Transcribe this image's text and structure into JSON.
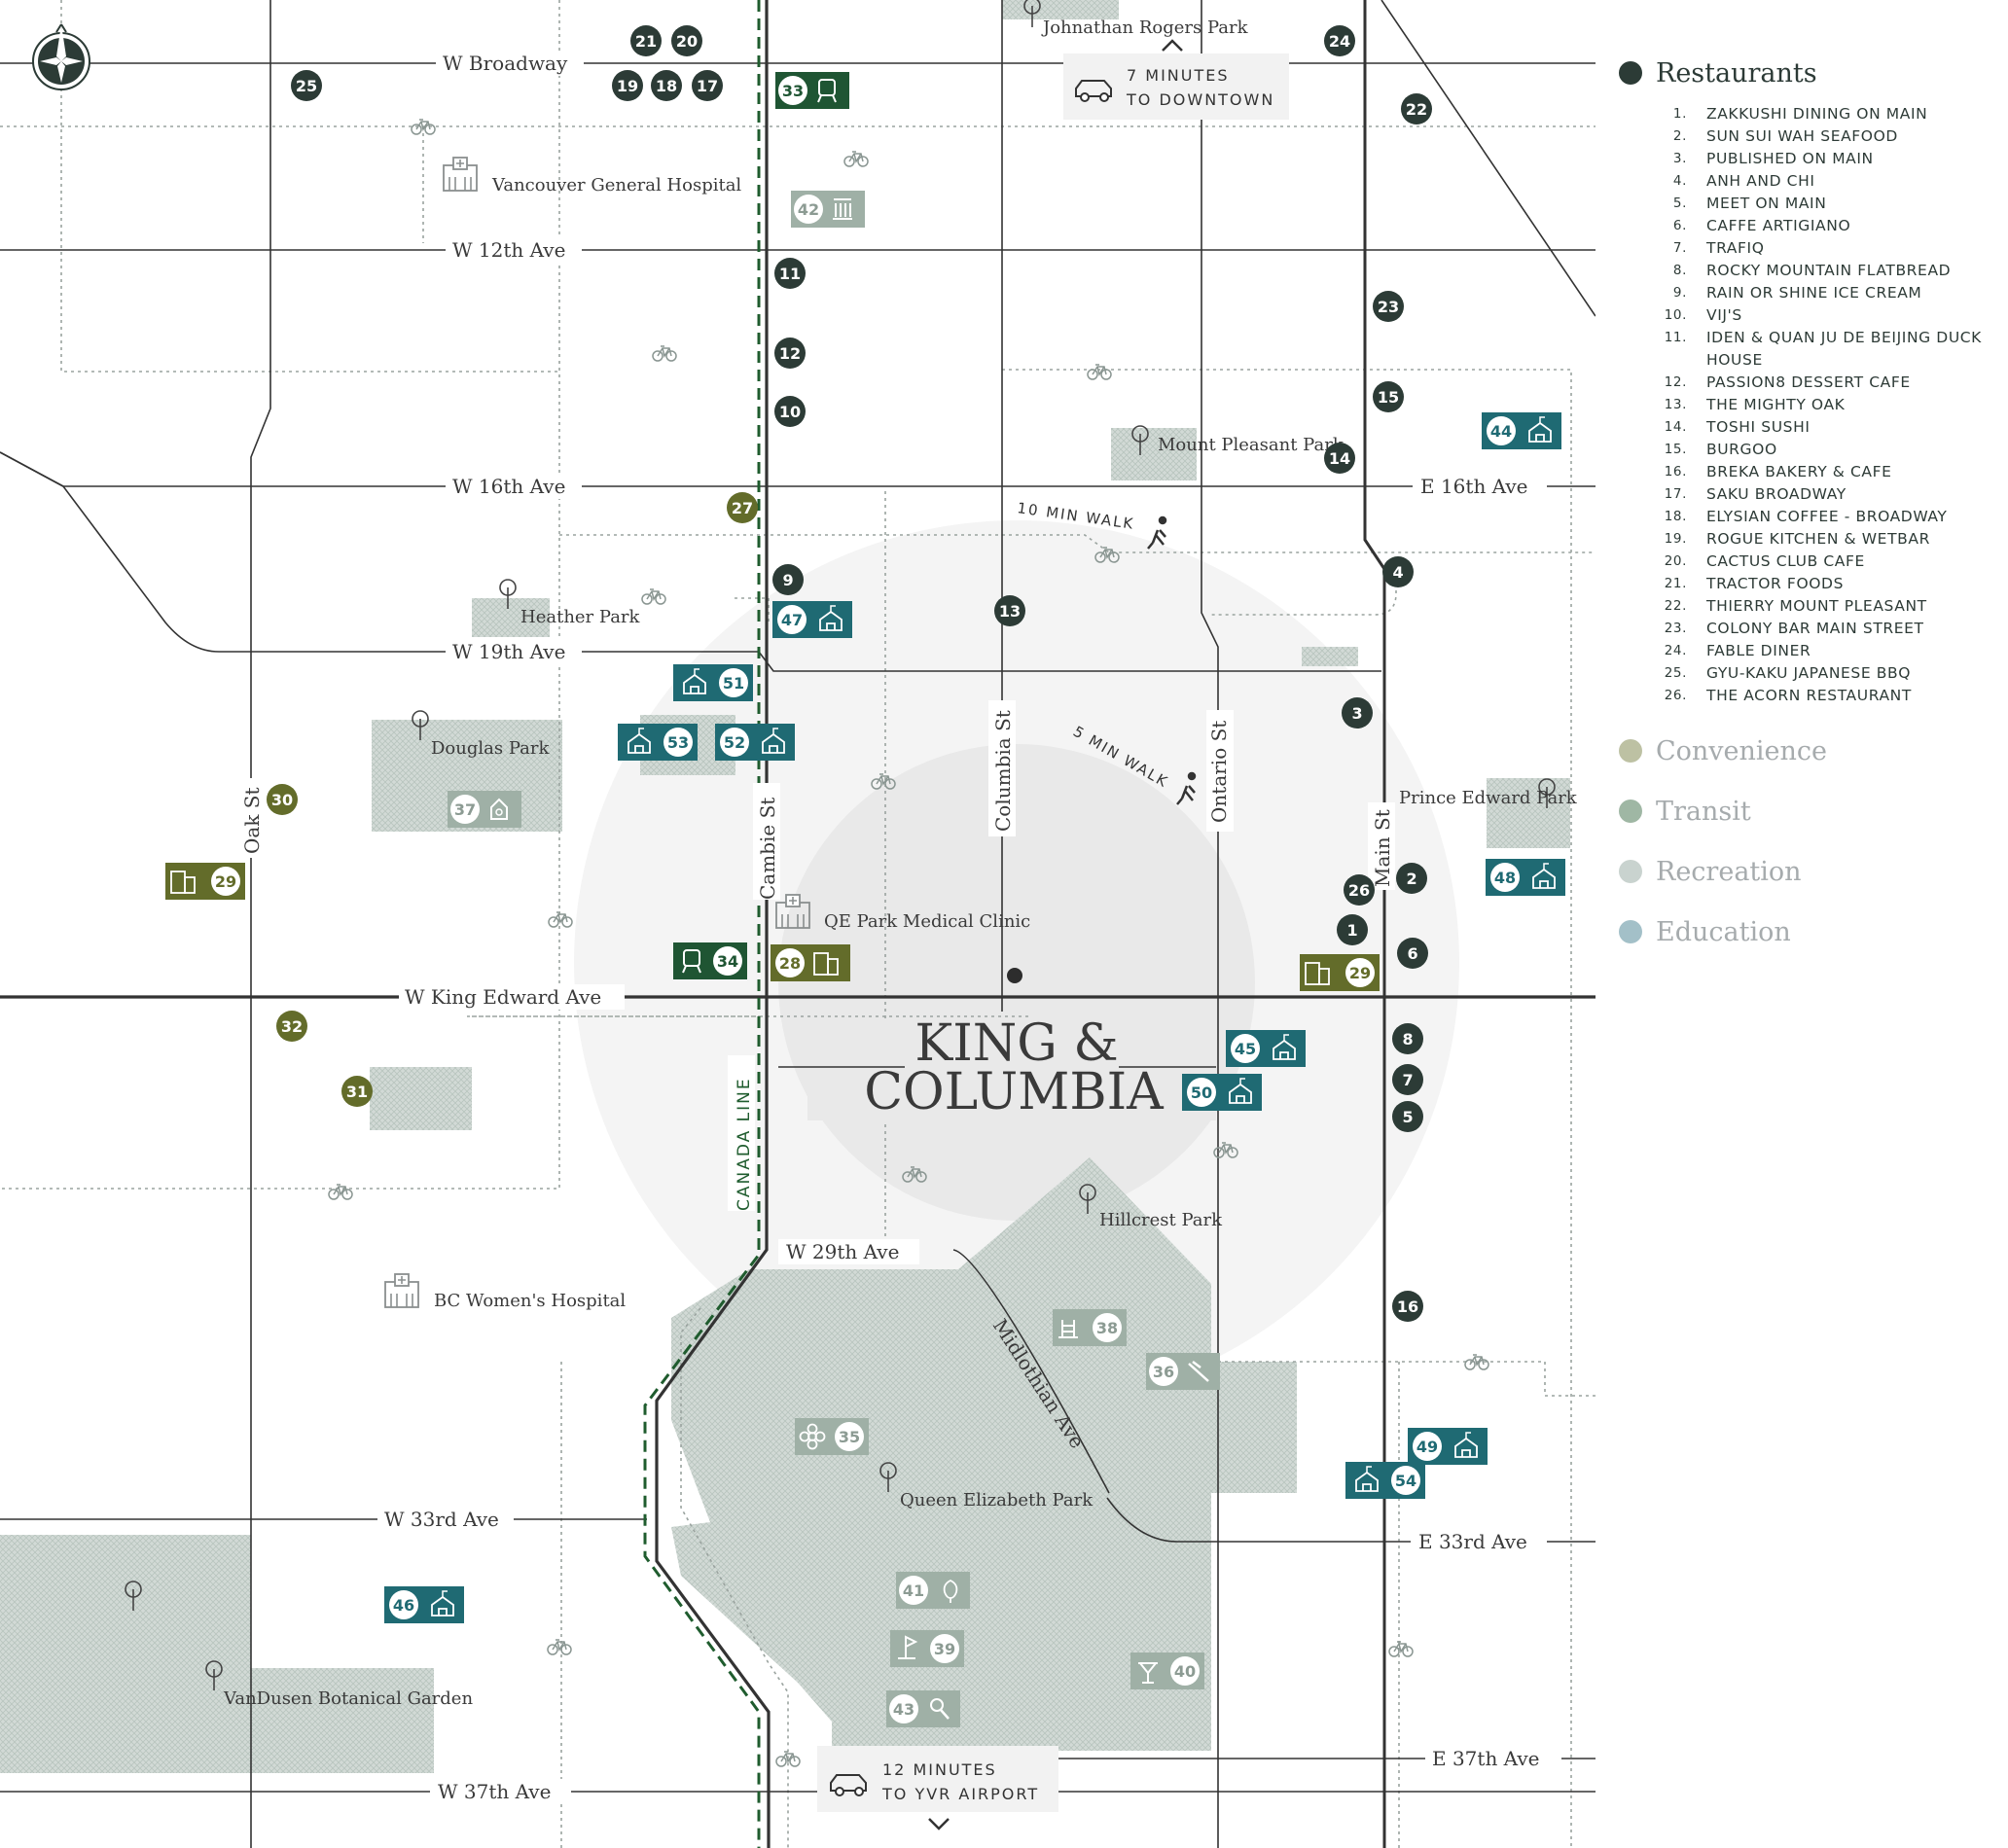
{
  "map": {
    "title_line1": "KING &",
    "title_line2": "COLUMBIA",
    "compass": "compass-rose",
    "drive_downtown": {
      "line1": "7 MINUTES",
      "line2": "TO DOWNTOWN"
    },
    "drive_airport": {
      "line1": "12 MINUTES",
      "line2": "TO YVR AIRPORT"
    },
    "walk_10": "10 MIN WALK",
    "walk_5": "5 MIN WALK",
    "canada_line": "CANADA LINE",
    "streets": {
      "broadway": "W Broadway",
      "w12": "W 12th Ave",
      "w16": "W 16th Ave",
      "e16": "E 16th Ave",
      "w19": "W 19th Ave",
      "king_edward": "W King Edward Ave",
      "w29": "W 29th Ave",
      "w33": "W 33rd Ave",
      "e33": "E 33rd Ave",
      "w37": "W 37th Ave",
      "e37": "E 37th Ave",
      "oak": "Oak St",
      "cambie": "Cambie St",
      "columbia": "Columbia St",
      "ontario": "Ontario St",
      "main": "Main St",
      "midlothian": "Midlothian Ave"
    },
    "places": {
      "johnathan": "Johnathan Rogers Park",
      "vgh": "Vancouver General Hospital",
      "mount_pleasant": "Mount Pleasant Park",
      "heather": "Heather Park",
      "douglas": "Douglas Park",
      "prince_edward": "Prince Edward Park",
      "qe_clinic": "QE Park Medical Clinic",
      "hillcrest": "Hillcrest Park",
      "bc_womens": "BC Women's Hospital",
      "qe_park": "Queen Elizabeth Park",
      "vandusen": "VanDusen Botanical Garden"
    },
    "markers": {
      "r1": "1",
      "r2": "2",
      "r3": "3",
      "r4": "4",
      "r5": "5",
      "r6": "6",
      "r7": "7",
      "r8": "8",
      "r9": "9",
      "r10": "10",
      "r11": "11",
      "r12": "12",
      "r13": "13",
      "r14": "14",
      "r15": "15",
      "r16": "16",
      "r17": "17",
      "r18": "18",
      "r19": "19",
      "r20": "20",
      "r21": "21",
      "r22": "22",
      "r23": "23",
      "r24": "24",
      "r25": "25",
      "r26": "26",
      "c27": "27",
      "c28": "28",
      "c29a": "29",
      "c29b": "29",
      "c30": "30",
      "c31": "31",
      "c32": "32",
      "t33": "33",
      "t34": "34",
      "rec35": "35",
      "rec36": "36",
      "rec37": "37",
      "rec38": "38",
      "rec39": "39",
      "rec40": "40",
      "rec41": "41",
      "rec42": "42",
      "rec43": "43",
      "e44": "44",
      "e45": "45",
      "e46": "46",
      "e47": "47",
      "e48": "48",
      "e49": "49",
      "e50": "50",
      "e51": "51",
      "e52": "52",
      "e53": "53",
      "e54": "54"
    }
  },
  "legend": {
    "restaurants": {
      "title": "Restaurants",
      "color": "#2c3b36",
      "items": [
        {
          "num": "1.",
          "name": "Zakkushi Dining on Main"
        },
        {
          "num": "2.",
          "name": "Sun Sui Wah Seafood"
        },
        {
          "num": "3.",
          "name": "Published on Main"
        },
        {
          "num": "4.",
          "name": "Anh and Chi"
        },
        {
          "num": "5.",
          "name": "Meet on Main"
        },
        {
          "num": "6.",
          "name": "Caffe Artigiano"
        },
        {
          "num": "7.",
          "name": "Trafiq"
        },
        {
          "num": "8.",
          "name": "Rocky Mountain Flatbread"
        },
        {
          "num": "9.",
          "name": "Rain or Shine Ice Cream"
        },
        {
          "num": "10.",
          "name": "Vij's"
        },
        {
          "num": "11.",
          "name": "Iden & Quan Ju De Beijing Duck House"
        },
        {
          "num": "12.",
          "name": "Passion8 Dessert Cafe"
        },
        {
          "num": "13.",
          "name": "The Mighty Oak"
        },
        {
          "num": "14.",
          "name": "Toshi Sushi"
        },
        {
          "num": "15.",
          "name": "Burgoo"
        },
        {
          "num": "16.",
          "name": "Breka Bakery & Cafe"
        },
        {
          "num": "17.",
          "name": "Saku Broadway"
        },
        {
          "num": "18.",
          "name": "Elysian Coffee - Broadway"
        },
        {
          "num": "19.",
          "name": "Rogue Kitchen & Wetbar"
        },
        {
          "num": "20.",
          "name": "Cactus Club Cafe"
        },
        {
          "num": "21.",
          "name": "Tractor Foods"
        },
        {
          "num": "22.",
          "name": "Thierry Mount Pleasant"
        },
        {
          "num": "23.",
          "name": "Colony Bar Main Street"
        },
        {
          "num": "24.",
          "name": "Fable Diner"
        },
        {
          "num": "25.",
          "name": "Gyu-Kaku Japanese BBQ"
        },
        {
          "num": "26.",
          "name": "The Acorn Restaurant"
        }
      ]
    },
    "categories": [
      {
        "label": "Convenience",
        "color": "#bdc1a3"
      },
      {
        "label": "Transit",
        "color": "#9fb7a4"
      },
      {
        "label": "Recreation",
        "color": "#c9d3cf"
      },
      {
        "label": "Education",
        "color": "#a3c0c8"
      }
    ]
  },
  "colors": {
    "restaurant": "#2c3b36",
    "convenience": "#636c2a",
    "transit": "#1f5533",
    "recreation": "#9fb0a6",
    "education": "#1f6a73",
    "canada_line": "#1f5c2e",
    "park": "#cfd8d3",
    "road": "#333333"
  }
}
